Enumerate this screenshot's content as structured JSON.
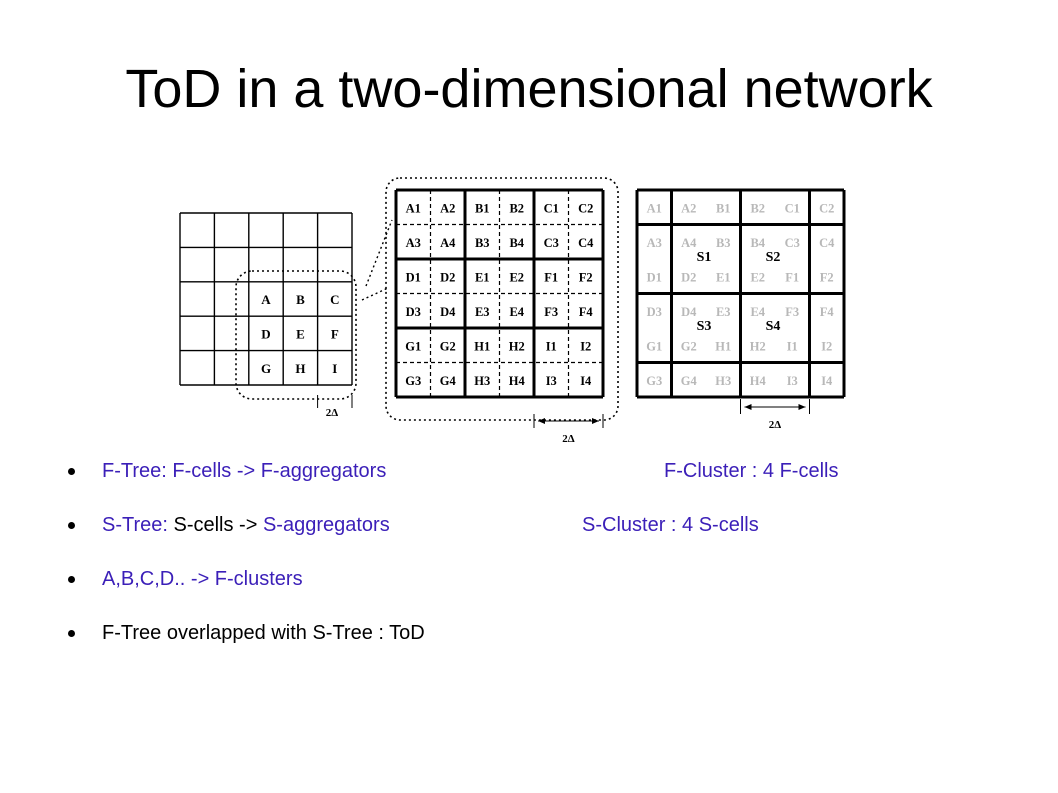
{
  "title": "ToD in a two-dimensional network",
  "figure": {
    "left_labels": [
      [
        "A",
        "B",
        "C"
      ],
      [
        "D",
        "E",
        "F"
      ],
      [
        "G",
        "H",
        "I"
      ]
    ],
    "left_delta": "2Δ",
    "middle_labels": [
      [
        "A1",
        "A2",
        "B1",
        "B2",
        "C1",
        "C2"
      ],
      [
        "A3",
        "A4",
        "B3",
        "B4",
        "C3",
        "C4"
      ],
      [
        "D1",
        "D2",
        "E1",
        "E2",
        "F1",
        "F2"
      ],
      [
        "D3",
        "D4",
        "E3",
        "E4",
        "F3",
        "F4"
      ],
      [
        "G1",
        "G2",
        "H1",
        "H2",
        "I1",
        "I2"
      ],
      [
        "G3",
        "G4",
        "H3",
        "H4",
        "I3",
        "I4"
      ]
    ],
    "middle_delta": "2Δ",
    "right_labels": [
      [
        "A1",
        "A2",
        "B1",
        "B2",
        "C1",
        "C2"
      ],
      [
        "A3",
        "A4",
        "B3",
        "B4",
        "C3",
        "C4"
      ],
      [
        "D1",
        "D2",
        "E1",
        "E2",
        "F1",
        "F2"
      ],
      [
        "D3",
        "D4",
        "E3",
        "E4",
        "F3",
        "F4"
      ],
      [
        "G1",
        "G2",
        "H1",
        "H2",
        "I1",
        "I2"
      ],
      [
        "G3",
        "G4",
        "H3",
        "H4",
        "I3",
        "I4"
      ]
    ],
    "right_s_labels": [
      "S1",
      "S2",
      "S3",
      "S4"
    ],
    "right_delta": "2Δ",
    "text_color_faded": "#b8b8b8"
  },
  "bullets": [
    {
      "col1": [
        {
          "text": "F-Tree: F-cells -> F-aggregators",
          "color": "blue"
        }
      ],
      "col2": [
        {
          "text": "F-Cluster : 4 F-cells",
          "color": "blue"
        }
      ]
    },
    {
      "col1": [
        {
          "text": "S-Tree:",
          "color": "blue"
        },
        {
          "text": " S-cells -> ",
          "color": "black"
        },
        {
          "text": "S-aggregators",
          "color": "blue"
        }
      ],
      "col2": [
        {
          "text": "S-Cluster : 4 S-cells",
          "color": "blue"
        }
      ]
    },
    {
      "col1": [
        {
          "text": "A,B,C,D.. -> F-clusters",
          "color": "blue"
        }
      ],
      "col2": []
    },
    {
      "col1": [
        {
          "text": "F-Tree overlapped with S-Tree : ToD",
          "color": "black"
        }
      ],
      "col2": []
    }
  ]
}
